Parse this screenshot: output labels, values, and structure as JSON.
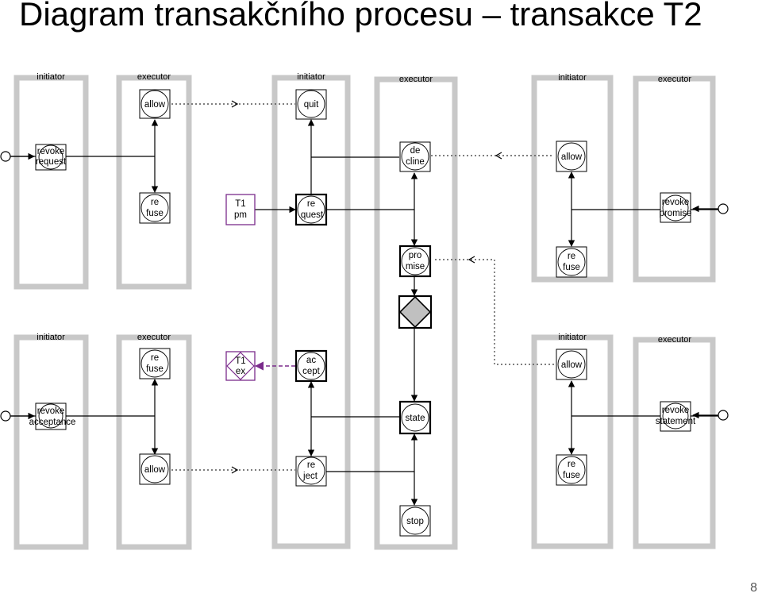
{
  "title": "Diagram transakčního procesu – transakce T2",
  "page_number": "8",
  "lanes": {
    "initiator": "initiator",
    "executor": "executor"
  },
  "acts": {
    "allow": "allow",
    "quit": "quit",
    "revoke_request": [
      "revoke",
      "request"
    ],
    "refuse": [
      "re",
      "fuse"
    ],
    "request": [
      "re",
      "quest"
    ],
    "decline": [
      "de",
      "cline"
    ],
    "promise": [
      "pro",
      "mise"
    ],
    "revoke_promise": [
      "revoke",
      "promise"
    ],
    "accept": [
      "ac",
      "cept"
    ],
    "reject": [
      "re",
      "ject"
    ],
    "state": "state",
    "stop": "stop",
    "revoke_acceptance": [
      "revoke",
      "acceptance"
    ],
    "revoke_statement": [
      "revoke",
      "statement"
    ]
  },
  "external": {
    "t1_pm": [
      "T1",
      "pm"
    ],
    "t1_ex": [
      "T1",
      "ex"
    ]
  },
  "colors": {
    "lane_border": "#c8c8c8",
    "external_link": "#7b2c8c",
    "execution_fill": "#c0c0c0"
  }
}
